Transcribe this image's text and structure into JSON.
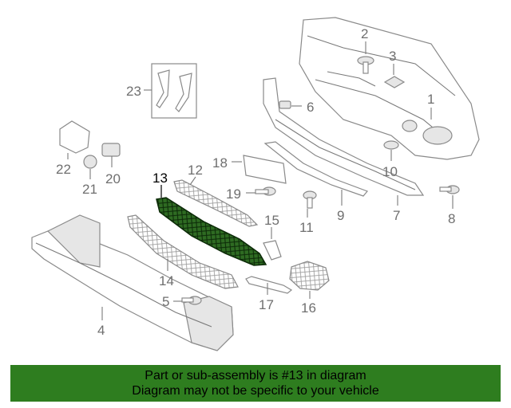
{
  "callouts": [
    {
      "id": "c1",
      "text": "1"
    },
    {
      "id": "c2",
      "text": "2"
    },
    {
      "id": "c3",
      "text": "3"
    },
    {
      "id": "c4",
      "text": "4"
    },
    {
      "id": "c5",
      "text": "5"
    },
    {
      "id": "c6",
      "text": "6"
    },
    {
      "id": "c7",
      "text": "7"
    },
    {
      "id": "c8",
      "text": "8"
    },
    {
      "id": "c9",
      "text": "9"
    },
    {
      "id": "c10",
      "text": "10"
    },
    {
      "id": "c11",
      "text": "11"
    },
    {
      "id": "c12",
      "text": "12"
    },
    {
      "id": "c13",
      "text": "13"
    },
    {
      "id": "c14",
      "text": "14"
    },
    {
      "id": "c15",
      "text": "15"
    },
    {
      "id": "c16",
      "text": "16"
    },
    {
      "id": "c17",
      "text": "17"
    },
    {
      "id": "c18",
      "text": "18"
    },
    {
      "id": "c19",
      "text": "19"
    },
    {
      "id": "c20",
      "text": "20"
    },
    {
      "id": "c21",
      "text": "21"
    },
    {
      "id": "c22",
      "text": "22"
    },
    {
      "id": "c23",
      "text": "23"
    }
  ],
  "highlight_color": "#2e7d1f",
  "banner": {
    "line1": "Part or sub-assembly is #13 in diagram",
    "line2": "Diagram may not be specific to your vehicle"
  }
}
